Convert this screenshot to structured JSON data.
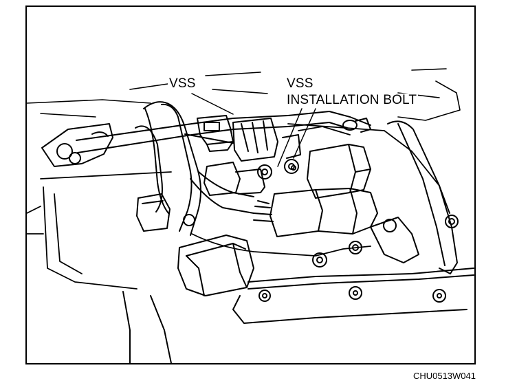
{
  "labels": {
    "vss": "VSS",
    "vss_bolt_line1": "VSS",
    "vss_bolt_line2": "INSTALLATION BOLT"
  },
  "figure_code": "CHU0513W041"
}
